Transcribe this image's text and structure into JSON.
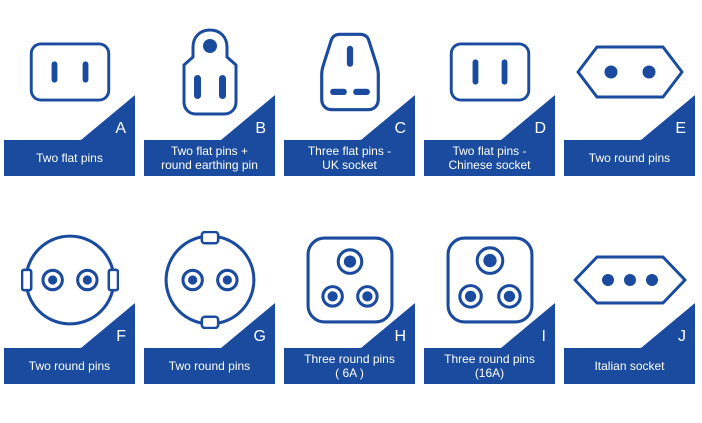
{
  "theme": {
    "accent_blue": "#1a4b9f",
    "background": "#ffffff",
    "text_on_blue": "#ffffff"
  },
  "cells": [
    {
      "letter": "A",
      "label": "Two flat pins",
      "icon": "two-flat-pins-socket-icon"
    },
    {
      "letter": "B",
      "label": "Two flat pins +\nround earthing pin",
      "icon": "two-flat-pins-round-earth-plug-icon"
    },
    {
      "letter": "C",
      "label": "Three flat pins -\nUK socket",
      "icon": "three-flat-pins-uk-plug-icon"
    },
    {
      "letter": "D",
      "label": "Two flat pins -\nChinese socket",
      "icon": "two-flat-pins-chinese-socket-icon"
    },
    {
      "letter": "E",
      "label": "Two round pins",
      "icon": "two-round-pins-europlug-socket-icon"
    },
    {
      "letter": "F",
      "label": "Two round pins",
      "icon": "two-round-pins-socket-side-clips-icon"
    },
    {
      "letter": "G",
      "label": "Two round pins",
      "icon": "two-round-pins-schuko-socket-icon"
    },
    {
      "letter": "H",
      "label": "Three round pins\n( 6A )",
      "icon": "three-round-pins-6a-plug-icon"
    },
    {
      "letter": "I",
      "label": "Three round pins\n(16A)",
      "icon": "three-round-pins-16a-plug-icon"
    },
    {
      "letter": "J",
      "label": "Italian socket",
      "icon": "italian-socket-icon"
    }
  ]
}
